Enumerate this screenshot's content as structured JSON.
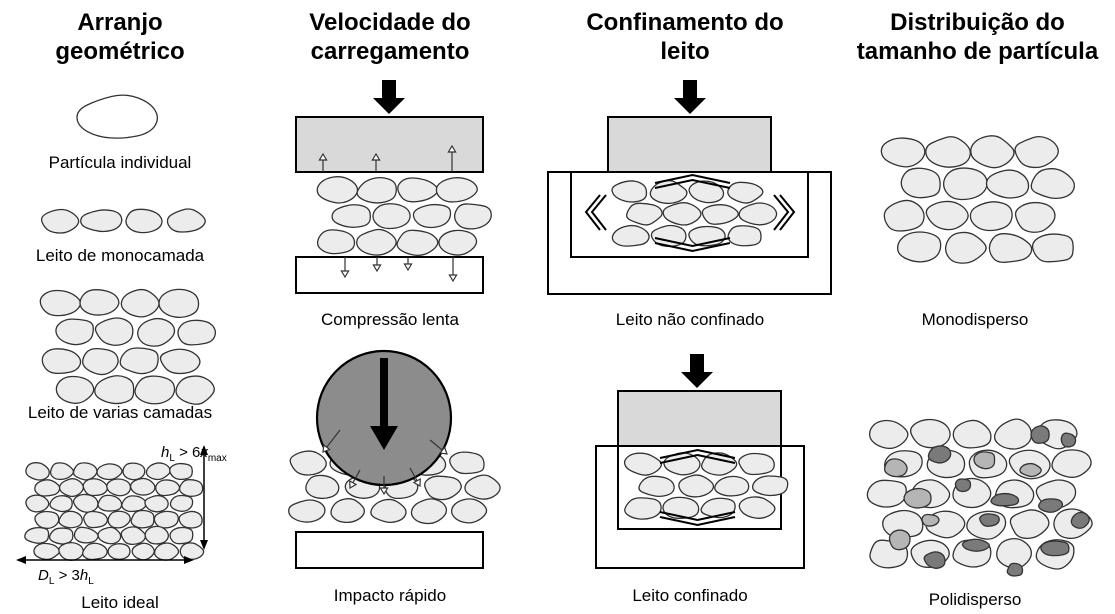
{
  "columns": [
    {
      "title_line1": "Arranjo",
      "title_line2": "geométrico"
    },
    {
      "title_line1": "Velocidade do",
      "title_line2": "carregamento"
    },
    {
      "title_line1": "Confinamento do",
      "title_line2": "leito"
    },
    {
      "title_line1": "Distribuição do",
      "title_line2": "tamanho de partícula"
    }
  ],
  "captions": {
    "single_particle": "Partícula individual",
    "monolayer": "Leito de monocamada",
    "multilayer": "Leito de varias camadas",
    "ideal_bed": "Leito ideal",
    "slow_compression": "Compressão lenta",
    "fast_impact": "Impacto rápido",
    "unconfined": "Leito não confinado",
    "confined": "Leito confinado",
    "monodisperse": "Monodisperso",
    "polydisperse": "Polidisperso"
  },
  "ideal_bed_labels": {
    "height_var": "h",
    "height_sub": "L",
    "height_rel": " > 6",
    "height_x": "x",
    "height_x_sub": "max",
    "diam_var": "D",
    "diam_sub": "L",
    "diam_rel": " > 3",
    "diam_h": "h",
    "diam_h_sub": "L"
  }
}
